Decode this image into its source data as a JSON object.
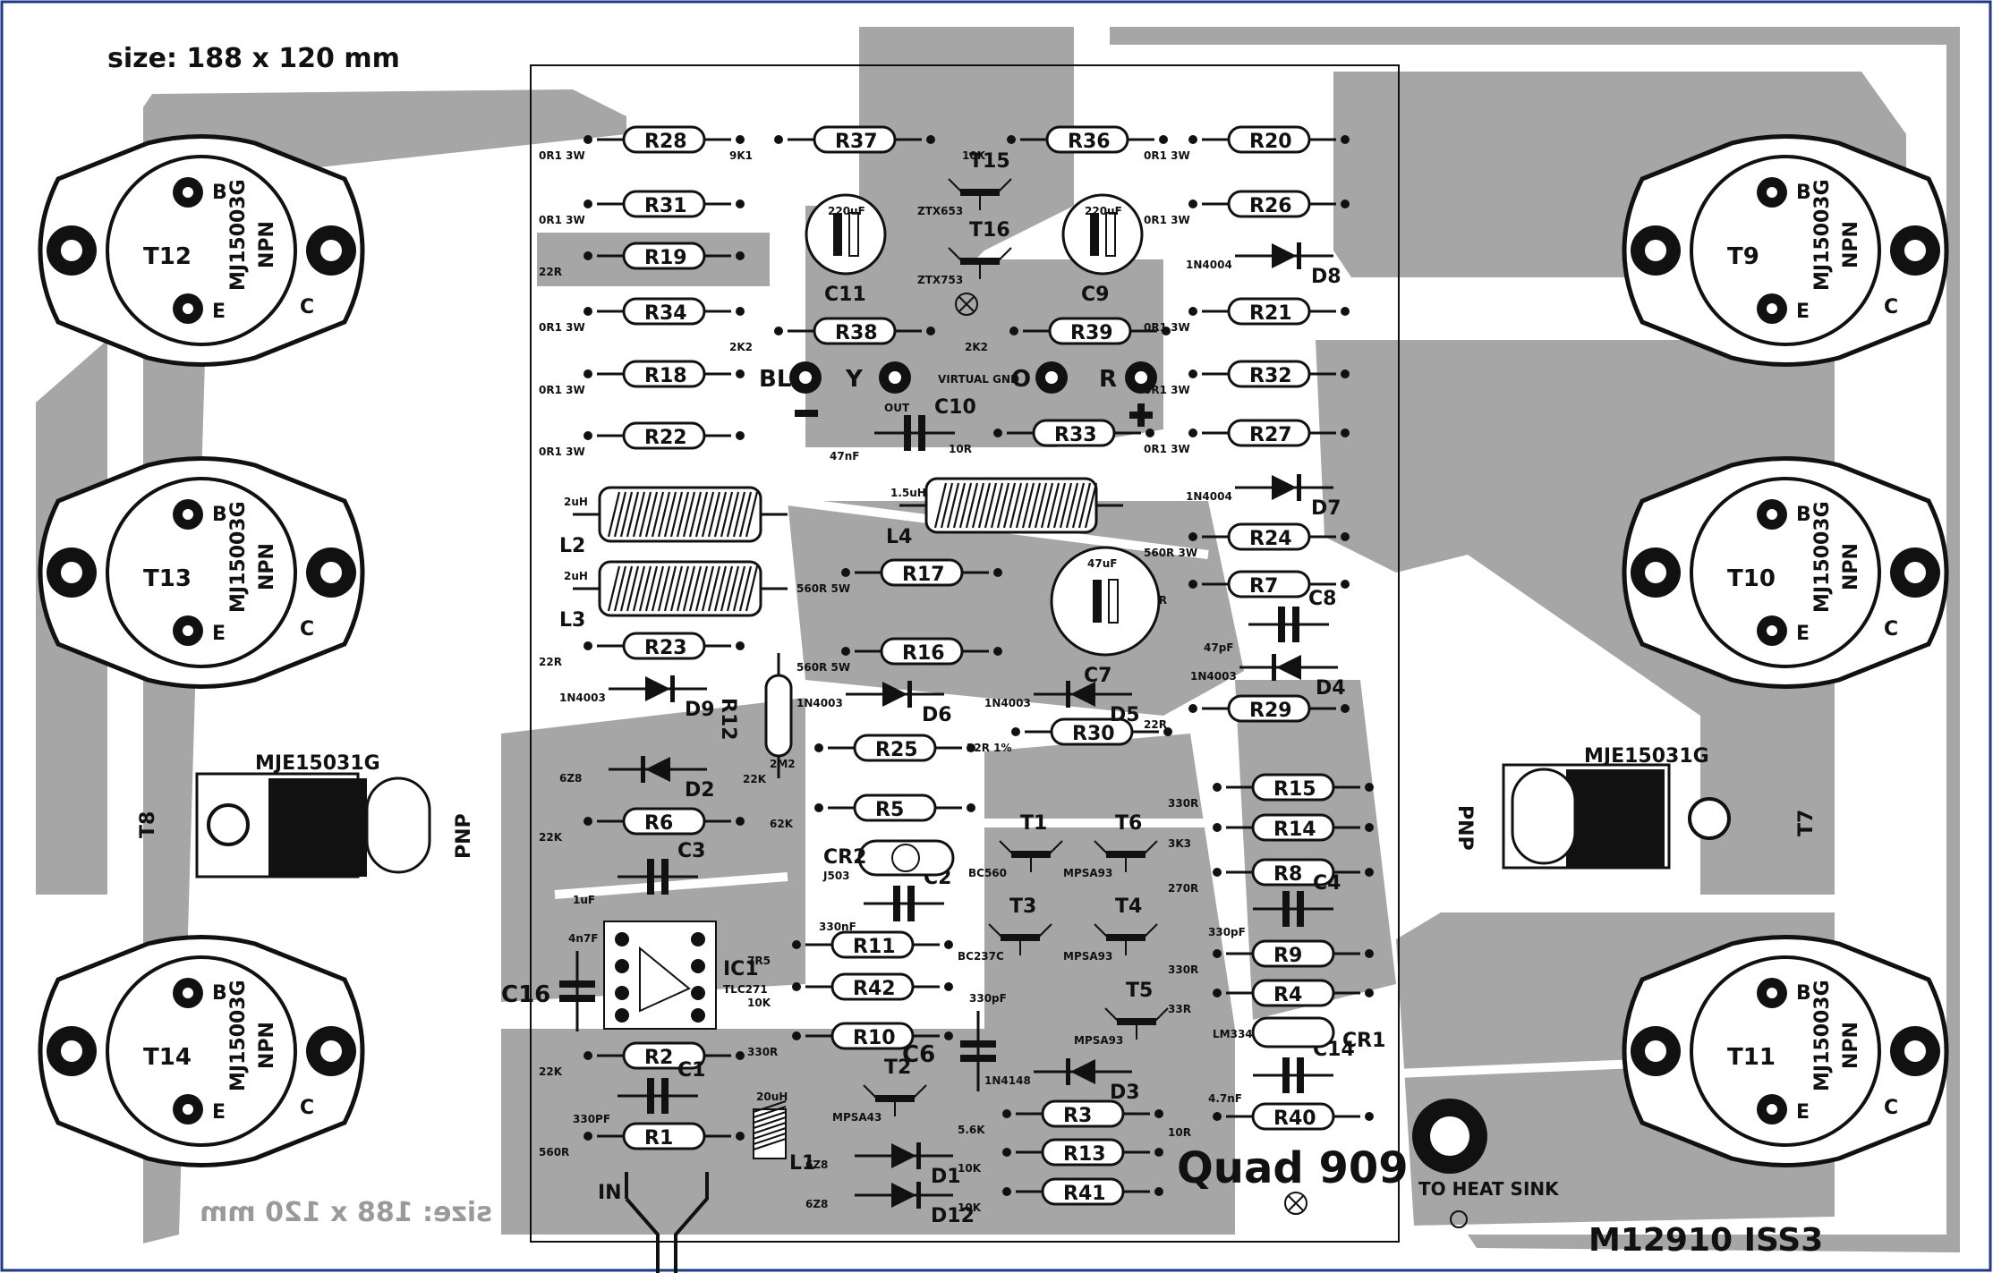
{
  "board": {
    "size_top": "size: 188 x 120 mm",
    "size_bottom_mirrored": "size: 188 x 120 mm",
    "title": "Quad 909",
    "code": "M12910 ISS3",
    "heat_sink": "TO HEAT SINK",
    "input_label": "IN",
    "virtual_gnd": "VIRTUAL GND",
    "terminals": [
      "BL",
      "Y",
      "O",
      "R"
    ],
    "out_label": "OUT"
  },
  "transistors_power": [
    {
      "id": "T12",
      "part": "MJ15003G",
      "type": "NPN"
    },
    {
      "id": "T13",
      "part": "MJ15003G",
      "type": "NPN"
    },
    {
      "id": "T14",
      "part": "MJ15003G",
      "type": "NPN"
    },
    {
      "id": "T9",
      "part": "MJ15003G",
      "type": "NPN"
    },
    {
      "id": "T10",
      "part": "MJ15003G",
      "type": "NPN"
    },
    {
      "id": "T11",
      "part": "MJ15003G",
      "type": "NPN"
    }
  ],
  "transistors_driver": [
    {
      "id": "T8",
      "part": "MJE15031G",
      "type": "PNP"
    },
    {
      "id": "T7",
      "part": "MJE15031G",
      "type": "PNP"
    }
  ],
  "resistors_left": [
    {
      "id": "R28",
      "val": "0R1 3W"
    },
    {
      "id": "R31",
      "val": "0R1 3W"
    },
    {
      "id": "R19",
      "val": "22R"
    },
    {
      "id": "R34",
      "val": "0R1 3W"
    },
    {
      "id": "R18",
      "val": "0R1 3W"
    },
    {
      "id": "R22",
      "val": "0R1 3W"
    }
  ],
  "resistors_right": [
    {
      "id": "R20",
      "val": "0R1 3W"
    },
    {
      "id": "R26",
      "val": "0R1 3W"
    },
    {
      "id": "R21",
      "val": "0R1 3W"
    },
    {
      "id": "R32",
      "val": "0R1 3W"
    },
    {
      "id": "R27",
      "val": "0R1 3W"
    }
  ],
  "resistors_mid": [
    {
      "id": "R37",
      "val": "9K1"
    },
    {
      "id": "R36",
      "val": "10K"
    },
    {
      "id": "R38",
      "val": "2K2"
    },
    {
      "id": "R39",
      "val": "2K2"
    },
    {
      "id": "R33",
      "val": "10R"
    },
    {
      "id": "R17",
      "val": "560R 5W"
    },
    {
      "id": "R16",
      "val": "560R 5W"
    },
    {
      "id": "R23",
      "val": "22R"
    },
    {
      "id": "R12",
      "val": "22K"
    },
    {
      "id": "R25",
      "val": "2M2"
    },
    {
      "id": "R30",
      "val": "22R 1%"
    },
    {
      "id": "R24",
      "val": "560R 3W"
    },
    {
      "id": "R7",
      "val": "10R"
    },
    {
      "id": "R29",
      "val": "22R"
    },
    {
      "id": "R5",
      "val": "62K"
    },
    {
      "id": "R6",
      "val": "22K"
    },
    {
      "id": "R15",
      "val": "330R"
    },
    {
      "id": "R14",
      "val": "3K3"
    },
    {
      "id": "R8",
      "val": "270R"
    },
    {
      "id": "R9",
      "val": "330R"
    },
    {
      "id": "R4",
      "val": "33R"
    },
    {
      "id": "R11",
      "val": "7R5"
    },
    {
      "id": "R42",
      "val": "10K"
    },
    {
      "id": "R10",
      "val": "330R"
    },
    {
      "id": "R2",
      "val": "22K"
    },
    {
      "id": "R1",
      "val": "560R"
    },
    {
      "id": "R3",
      "val": "5.6K"
    },
    {
      "id": "R13",
      "val": "10K"
    },
    {
      "id": "R41",
      "val": "10K"
    },
    {
      "id": "R40",
      "val": "10R"
    }
  ],
  "caps": [
    {
      "id": "C11",
      "val": "220uF"
    },
    {
      "id": "C9",
      "val": "220uF"
    },
    {
      "id": "C10",
      "val": "47nF"
    },
    {
      "id": "C7",
      "val": "47uF"
    },
    {
      "id": "C8",
      "val": "47pF"
    },
    {
      "id": "C3",
      "val": "1uF"
    },
    {
      "id": "C2",
      "val": "330nF"
    },
    {
      "id": "C16",
      "val": "4n7F"
    },
    {
      "id": "C4",
      "val": "330pF"
    },
    {
      "id": "C6",
      "val": "330pF"
    },
    {
      "id": "C1",
      "val": "330PF"
    },
    {
      "id": "C14",
      "val": "4.7nF"
    }
  ],
  "diodes": [
    {
      "id": "D8",
      "val": "1N4004"
    },
    {
      "id": "D7",
      "val": "1N4004"
    },
    {
      "id": "D9",
      "val": "1N4003"
    },
    {
      "id": "D6",
      "val": "1N4003"
    },
    {
      "id": "D5",
      "val": "1N4003"
    },
    {
      "id": "D4",
      "val": "1N4003"
    },
    {
      "id": "D2",
      "val": "6Z8"
    },
    {
      "id": "D3",
      "val": "1N4148"
    },
    {
      "id": "D1",
      "val": "6Z8"
    },
    {
      "id": "D12",
      "val": "6Z8"
    }
  ],
  "small_transistors": [
    {
      "id": "T15",
      "val": "ZTX653"
    },
    {
      "id": "T16",
      "val": "ZTX753"
    },
    {
      "id": "T1",
      "val": "BC560"
    },
    {
      "id": "T6",
      "val": "MPSA93"
    },
    {
      "id": "T3",
      "val": "BC237C"
    },
    {
      "id": "T5",
      "val": "MPSA93"
    },
    {
      "id": "T4",
      "val": "MPSA93"
    },
    {
      "id": "T2",
      "val": "MPSA43"
    }
  ],
  "inductors": [
    {
      "id": "L2",
      "val": "2uH"
    },
    {
      "id": "L3",
      "val": "2uH"
    },
    {
      "id": "L4",
      "val": "1.5uH"
    },
    {
      "id": "L1",
      "val": "20uH"
    }
  ],
  "ic": {
    "id": "IC1",
    "val": "TLC271"
  },
  "cr": [
    {
      "id": "CR2",
      "val": "J503"
    },
    {
      "id": "CR1",
      "val": "LM334"
    }
  ],
  "pin_labels": {
    "b": "B",
    "e": "E",
    "c": "C"
  },
  "colors": {
    "copper": "#a6a6a6",
    "silk": "#111111",
    "border": "#1f3a8a",
    "bg": "#ffffff"
  }
}
